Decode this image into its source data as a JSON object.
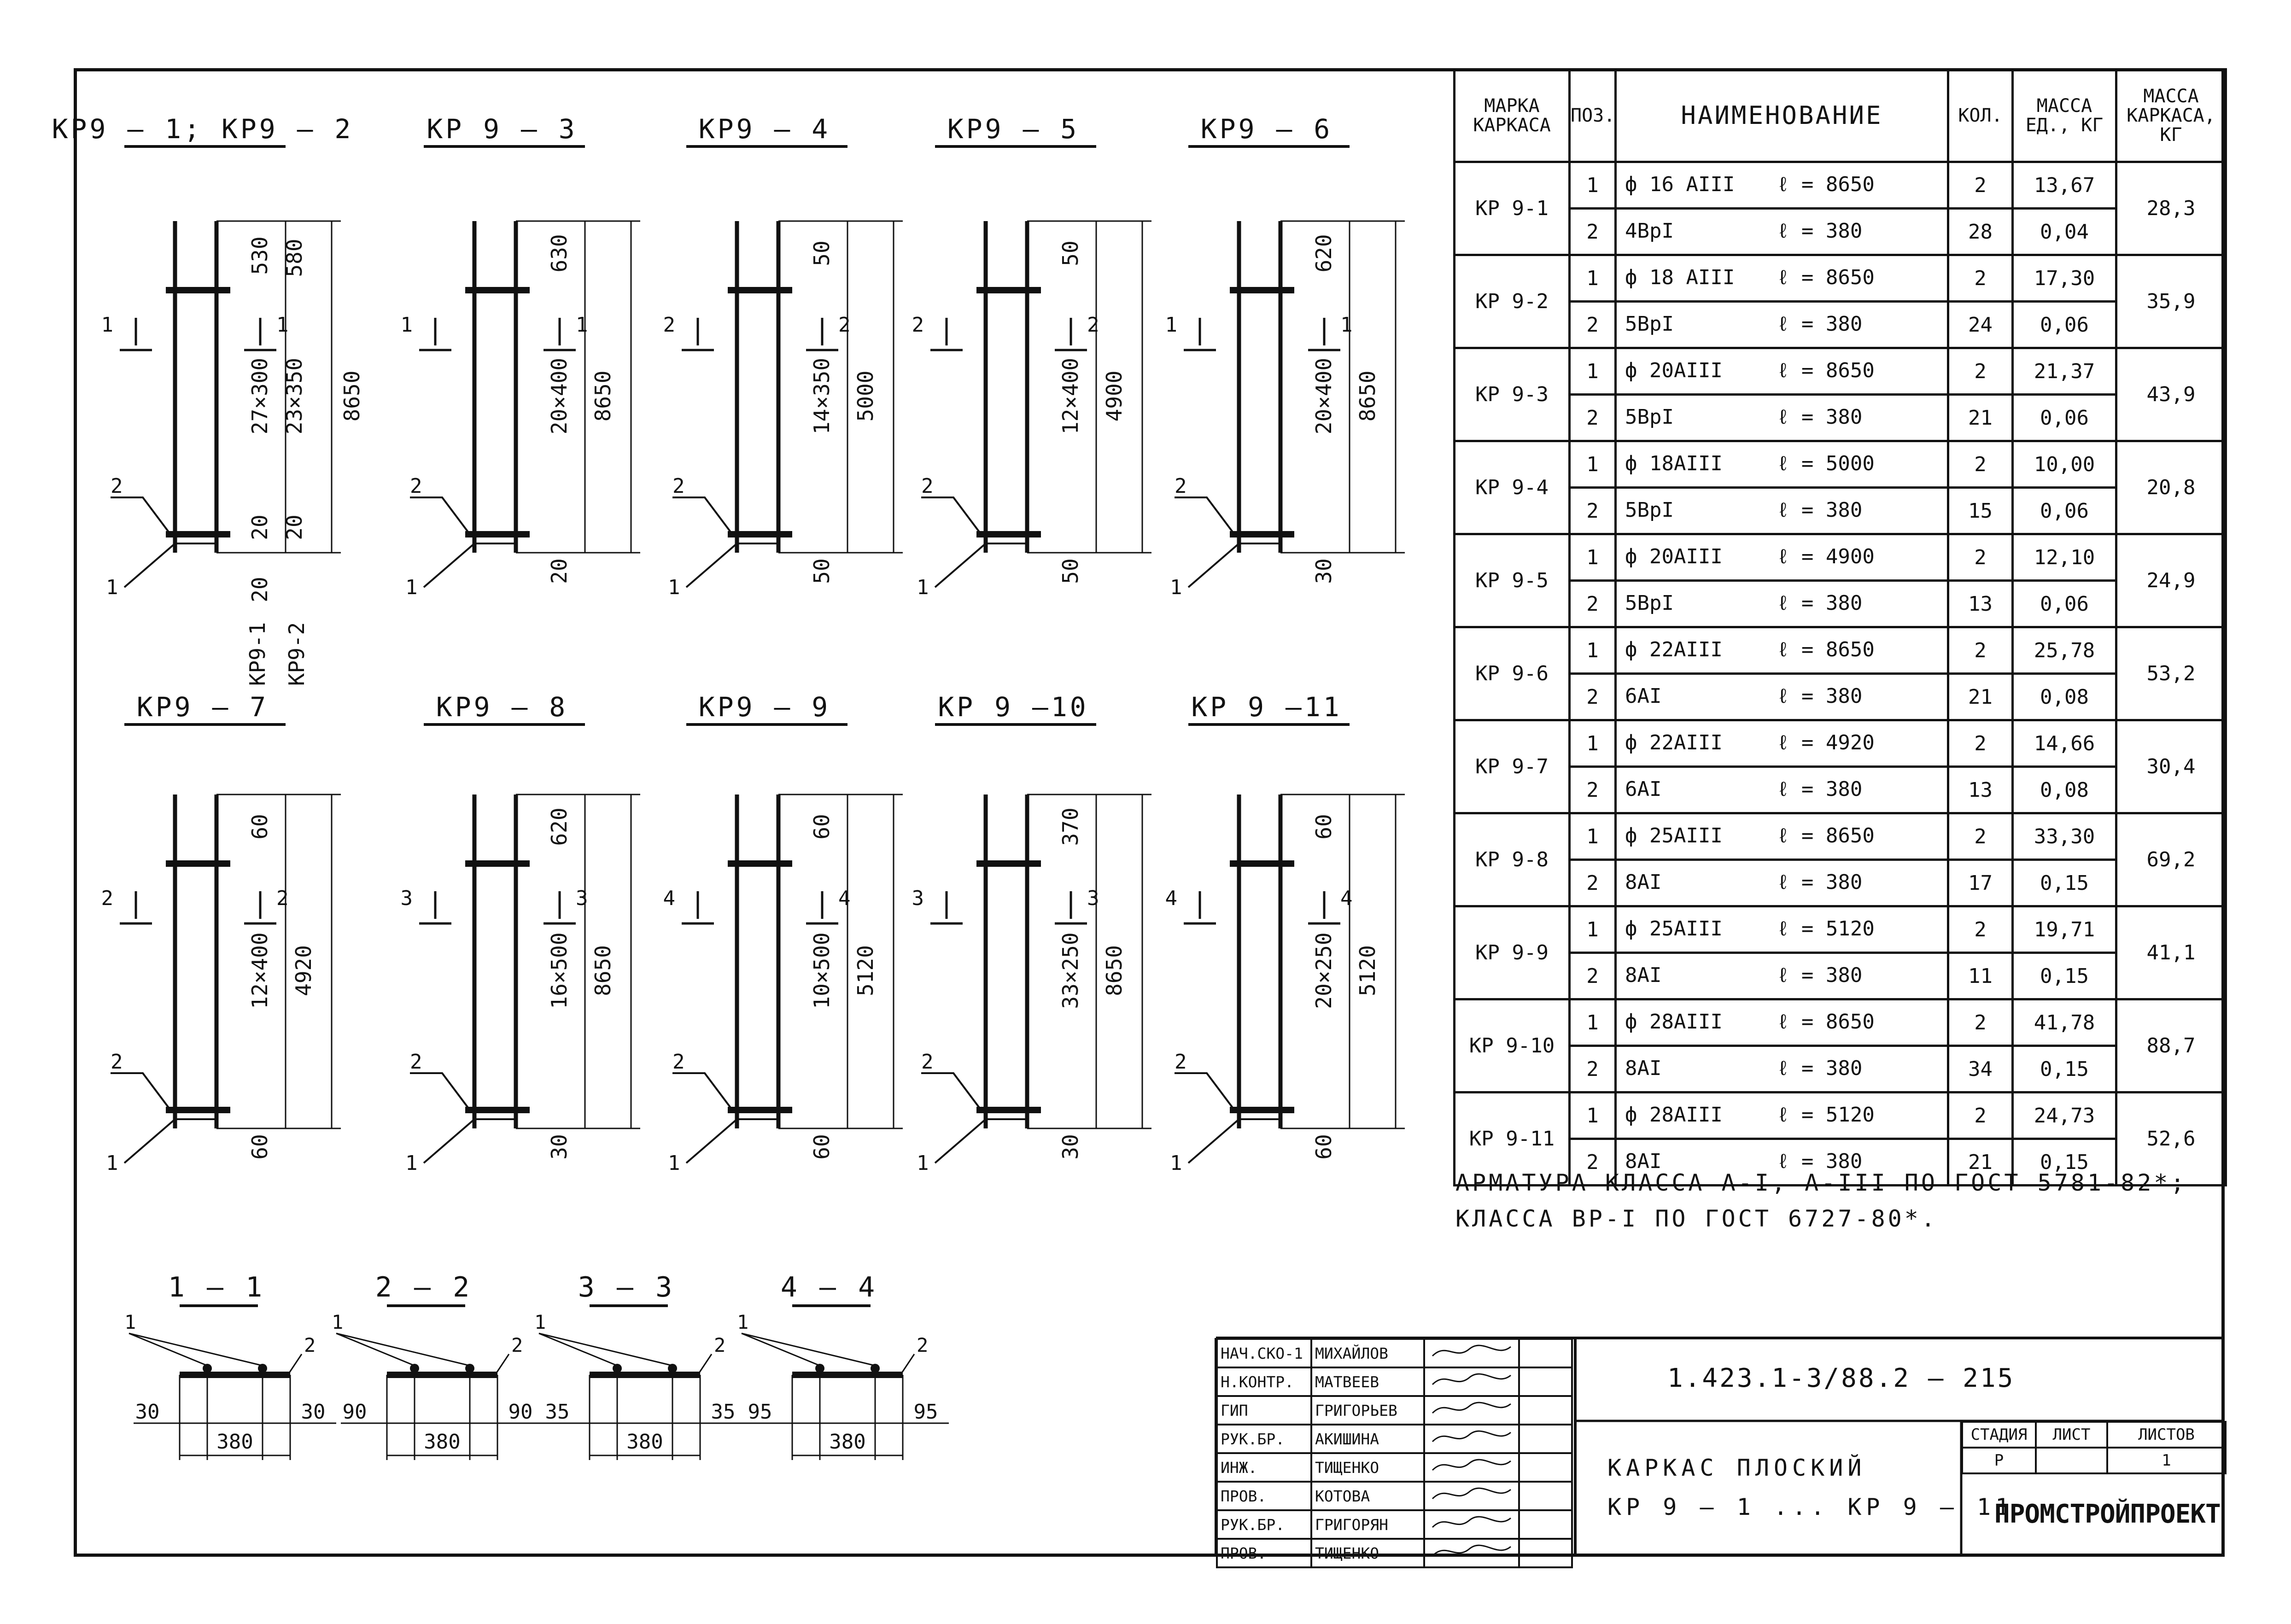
{
  "frames": [
    {
      "label": "КР9 — 1; КР9 — 2",
      "marks": [
        {
          "n": "1"
        },
        {
          "n": "1"
        }
      ],
      "dims": [
        "530",
        "580",
        "27×300",
        "23×350",
        "20",
        "20",
        "20",
        "8650"
      ],
      "mark_labels": [
        "КР9-1",
        "КР9-2"
      ]
    },
    {
      "label": "КР 9 — 3",
      "marks": [
        {
          "n": "1"
        },
        {
          "n": "1"
        }
      ],
      "dims": [
        "630",
        "20×400",
        "20",
        "8650"
      ]
    },
    {
      "label": "КР9 — 4",
      "marks": [
        {
          "n": "2"
        },
        {
          "n": "2"
        }
      ],
      "dims": [
        "50",
        "14×350",
        "50",
        "5000"
      ]
    },
    {
      "label": "КР9 — 5",
      "marks": [
        {
          "n": "2"
        },
        {
          "n": "2"
        }
      ],
      "dims": [
        "50",
        "12×400",
        "50",
        "4900"
      ]
    },
    {
      "label": "КР9 — 6",
      "marks": [
        {
          "n": "1"
        },
        {
          "n": "1"
        }
      ],
      "dims": [
        "620",
        "20×400",
        "30",
        "8650"
      ]
    },
    {
      "label": "КР9 — 7",
      "marks": [
        {
          "n": "2"
        },
        {
          "n": "2"
        }
      ],
      "dims": [
        "60",
        "12×400",
        "60",
        "4920"
      ]
    },
    {
      "label": "КР9 — 8",
      "marks": [
        {
          "n": "3"
        },
        {
          "n": "3"
        }
      ],
      "dims": [
        "620",
        "16×500",
        "30",
        "8650"
      ]
    },
    {
      "label": "КР9 — 9",
      "marks": [
        {
          "n": "4"
        },
        {
          "n": "4"
        }
      ],
      "dims": [
        "60",
        "10×500",
        "60",
        "5120"
      ]
    },
    {
      "label": "КР 9 —10",
      "marks": [
        {
          "n": "3"
        },
        {
          "n": "3"
        }
      ],
      "dims": [
        "370",
        "33×250",
        "30",
        "8650"
      ]
    },
    {
      "label": "КР 9 —11",
      "marks": [
        {
          "n": "4"
        },
        {
          "n": "4"
        }
      ],
      "dims": [
        "60",
        "20×250",
        "60",
        "5120"
      ]
    }
  ],
  "position_labels": {
    "pos1": "1",
    "pos2": "2"
  },
  "sections": [
    {
      "label": "1 — 1",
      "left": "30",
      "right": "30",
      "total": "380"
    },
    {
      "label": "2 — 2",
      "left": "90",
      "right": "90",
      "total": "380"
    },
    {
      "label": "3 — 3",
      "left": "35",
      "right": "35",
      "total": "380"
    },
    {
      "label": "4 — 4",
      "left": "95",
      "right": "95",
      "total": "380"
    }
  ],
  "spec_table": {
    "headers": {
      "mark": "МАРКА КАРКАСА",
      "pos": "ПОЗ.",
      "name": "НАИМЕНОВАНИЕ",
      "qty": "КОЛ.",
      "unit_mass": "МАССА ЕД., КГ",
      "frame_mass": "МАССА КАРКАСА, КГ"
    },
    "rows": [
      {
        "mark": "КР 9-1",
        "frame_mass": "28,3",
        "items": [
          {
            "pos": "1",
            "dia": "ф 16 АIII",
            "len": "ℓ = 8650",
            "qty": "2",
            "unit_mass": "13,67"
          },
          {
            "pos": "2",
            "dia": "4ВрI",
            "len": "ℓ = 380",
            "qty": "28",
            "unit_mass": "0,04"
          }
        ]
      },
      {
        "mark": "КР 9-2",
        "frame_mass": "35,9",
        "items": [
          {
            "pos": "1",
            "dia": "ф 18 АIII",
            "len": "ℓ = 8650",
            "qty": "2",
            "unit_mass": "17,30"
          },
          {
            "pos": "2",
            "dia": "5ВрI",
            "len": "ℓ = 380",
            "qty": "24",
            "unit_mass": "0,06"
          }
        ]
      },
      {
        "mark": "КР 9-3",
        "frame_mass": "43,9",
        "items": [
          {
            "pos": "1",
            "dia": "ф 20АIII",
            "len": "ℓ = 8650",
            "qty": "2",
            "unit_mass": "21,37"
          },
          {
            "pos": "2",
            "dia": "5ВрI",
            "len": "ℓ = 380",
            "qty": "21",
            "unit_mass": "0,06"
          }
        ]
      },
      {
        "mark": "КР 9-4",
        "frame_mass": "20,8",
        "items": [
          {
            "pos": "1",
            "dia": "ф 18АIII",
            "len": "ℓ = 5000",
            "qty": "2",
            "unit_mass": "10,00"
          },
          {
            "pos": "2",
            "dia": "5ВрI",
            "len": "ℓ = 380",
            "qty": "15",
            "unit_mass": "0,06"
          }
        ]
      },
      {
        "mark": "КР 9-5",
        "frame_mass": "24,9",
        "items": [
          {
            "pos": "1",
            "dia": "ф 20АIII",
            "len": "ℓ = 4900",
            "qty": "2",
            "unit_mass": "12,10"
          },
          {
            "pos": "2",
            "dia": "5ВрI",
            "len": "ℓ = 380",
            "qty": "13",
            "unit_mass": "0,06"
          }
        ]
      },
      {
        "mark": "КР 9-6",
        "frame_mass": "53,2",
        "items": [
          {
            "pos": "1",
            "dia": "ф 22АIII",
            "len": "ℓ = 8650",
            "qty": "2",
            "unit_mass": "25,78"
          },
          {
            "pos": "2",
            "dia": "6АI",
            "len": "ℓ = 380",
            "qty": "21",
            "unit_mass": "0,08"
          }
        ]
      },
      {
        "mark": "КР 9-7",
        "frame_mass": "30,4",
        "items": [
          {
            "pos": "1",
            "dia": "ф 22АIII",
            "len": "ℓ = 4920",
            "qty": "2",
            "unit_mass": "14,66"
          },
          {
            "pos": "2",
            "dia": "6АI",
            "len": "ℓ = 380",
            "qty": "13",
            "unit_mass": "0,08"
          }
        ]
      },
      {
        "mark": "КР 9-8",
        "frame_mass": "69,2",
        "items": [
          {
            "pos": "1",
            "dia": "ф 25АIII",
            "len": "ℓ = 8650",
            "qty": "2",
            "unit_mass": "33,30"
          },
          {
            "pos": "2",
            "dia": "8АI",
            "len": "ℓ = 380",
            "qty": "17",
            "unit_mass": "0,15"
          }
        ]
      },
      {
        "mark": "КР 9-9",
        "frame_mass": "41,1",
        "items": [
          {
            "pos": "1",
            "dia": "ф 25АIII",
            "len": "ℓ = 5120",
            "qty": "2",
            "unit_mass": "19,71"
          },
          {
            "pos": "2",
            "dia": "8АI",
            "len": "ℓ = 380",
            "qty": "11",
            "unit_mass": "0,15"
          }
        ]
      },
      {
        "mark": "КР 9-10",
        "frame_mass": "88,7",
        "items": [
          {
            "pos": "1",
            "dia": "ф 28АIII",
            "len": "ℓ = 8650",
            "qty": "2",
            "unit_mass": "41,78"
          },
          {
            "pos": "2",
            "dia": "8АI",
            "len": "ℓ = 380",
            "qty": "34",
            "unit_mass": "0,15"
          }
        ]
      },
      {
        "mark": "КР 9-11",
        "frame_mass": "52,6",
        "items": [
          {
            "pos": "1",
            "dia": "ф 28АIII",
            "len": "ℓ = 5120",
            "qty": "2",
            "unit_mass": "24,73"
          },
          {
            "pos": "2",
            "dia": "8АI",
            "len": "ℓ = 380",
            "qty": "21",
            "unit_mass": "0,15"
          }
        ]
      }
    ]
  },
  "notes": {
    "line1": "АРМАТУРА КЛАССА А-I, А-III ПО ГОСТ 5781-82*;",
    "line2": "КЛАССА ВР-I ПО ГОСТ 6727-80*."
  },
  "title_block": {
    "signatures": [
      {
        "role": "НАЧ.СКО-1",
        "name": "МИХАЙЛОВ"
      },
      {
        "role": "Н.КОНТР.",
        "name": "МАТВЕЕВ"
      },
      {
        "role": "ГИП",
        "name": "ГРИГОРЬЕВ"
      },
      {
        "role": "РУК.БР.",
        "name": "АКИШИНА"
      },
      {
        "role": "ИНЖ.",
        "name": "ТИЩЕНКО"
      },
      {
        "role": "ПРОВ.",
        "name": "КОТОВА"
      },
      {
        "role": "РУК.БР.",
        "name": "ГРИГОРЯН"
      },
      {
        "role": "ПРОВ.",
        "name": "ТИЩЕНКО"
      }
    ],
    "code": "1.423.1-3/88.2 — 215",
    "title_line1": "КАРКАС   ПЛОСКИЙ",
    "title_line2": "КР 9 — 1  ... КР 9 — 11",
    "stage_label": "СТАДИЯ",
    "sheet_label": "ЛИСТ",
    "sheets_label": "ЛИСТОВ",
    "stage": "Р",
    "sheet": "",
    "sheets": "1",
    "organization": "ПРОМСТРОЙПРОЕКТ"
  }
}
